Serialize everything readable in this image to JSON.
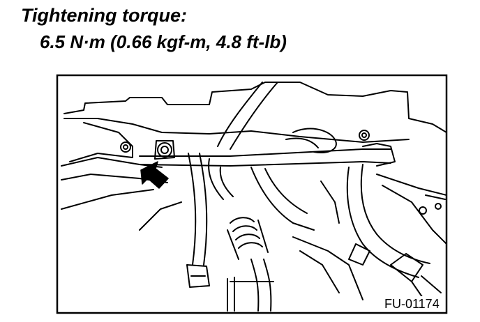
{
  "heading": {
    "title": "Tightening torque:",
    "spec": "6.5 N·m (0.66 kgf-m, 4.8 ft-lb)"
  },
  "figure": {
    "id_label": "FU-01174"
  }
}
